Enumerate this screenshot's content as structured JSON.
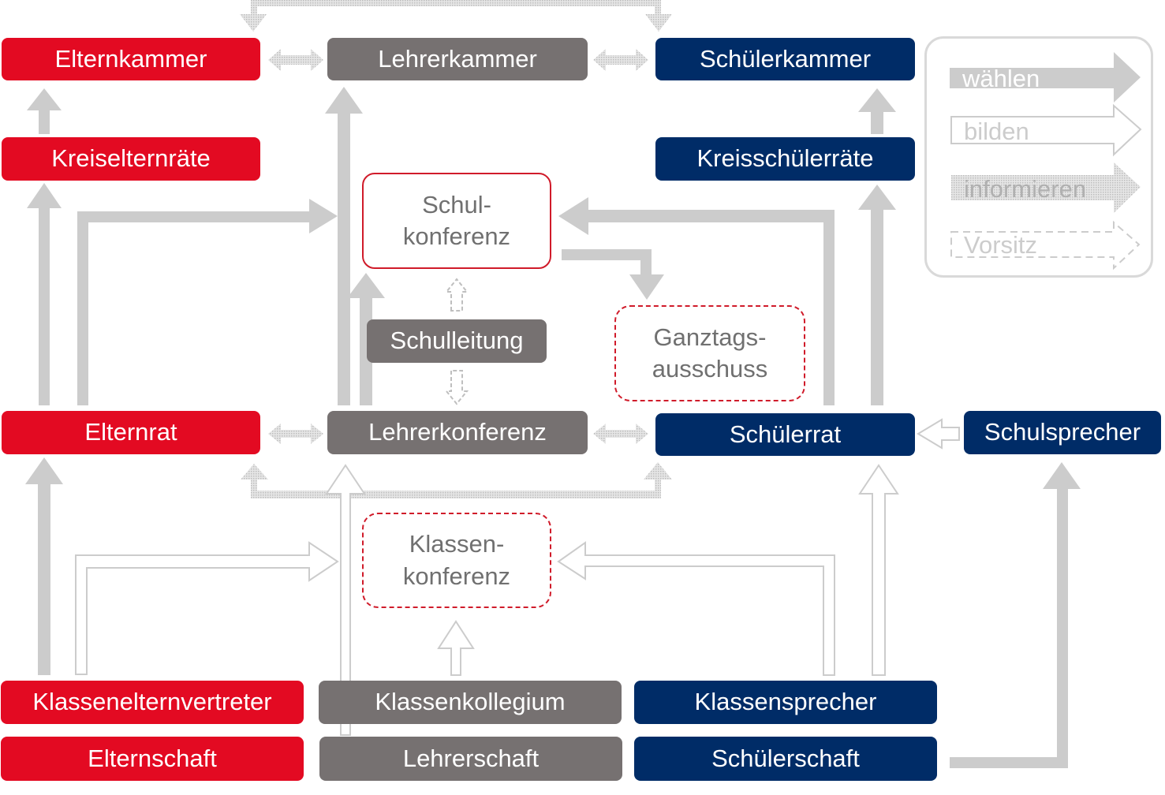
{
  "colors": {
    "parents": "#e30a22",
    "teachers": "#767171",
    "students": "#002c67",
    "arrow": "#cccccc",
    "committee_border": "#d01b2a"
  },
  "nodes": {
    "elternkammer": "Elternkammer",
    "lehrerkammer": "Lehrerkammer",
    "schuelerkammer": "Schülerkammer",
    "kreiselternraete": "Kreiselternräte",
    "kreisschuelerraete": "Kreisschülerräte",
    "schulkonferenz": [
      "Schul-",
      "konferenz"
    ],
    "schulleitung": "Schulleitung",
    "ganztagsausschuss": [
      "Ganztags-",
      "ausschuss"
    ],
    "elternrat": "Elternrat",
    "lehrerkonferenz": "Lehrerkonferenz",
    "schuelerrat": "Schülerrat",
    "schulsprecher": "Schulsprecher",
    "klassenkonferenz": [
      "Klassen-",
      "konferenz"
    ],
    "klassenelternvertreter": "Klassenelternvertreter",
    "klassenkollegium": "Klassenkollegium",
    "klassensprecher": "Klassensprecher",
    "elternschaft": "Elternschaft",
    "lehrerschaft": "Lehrerschaft",
    "schuelerschaft": "Schülerschaft"
  },
  "legend": {
    "waehlen": "wählen",
    "bilden": "bilden",
    "informieren": "informieren",
    "vorsitz": "Vorsitz"
  }
}
